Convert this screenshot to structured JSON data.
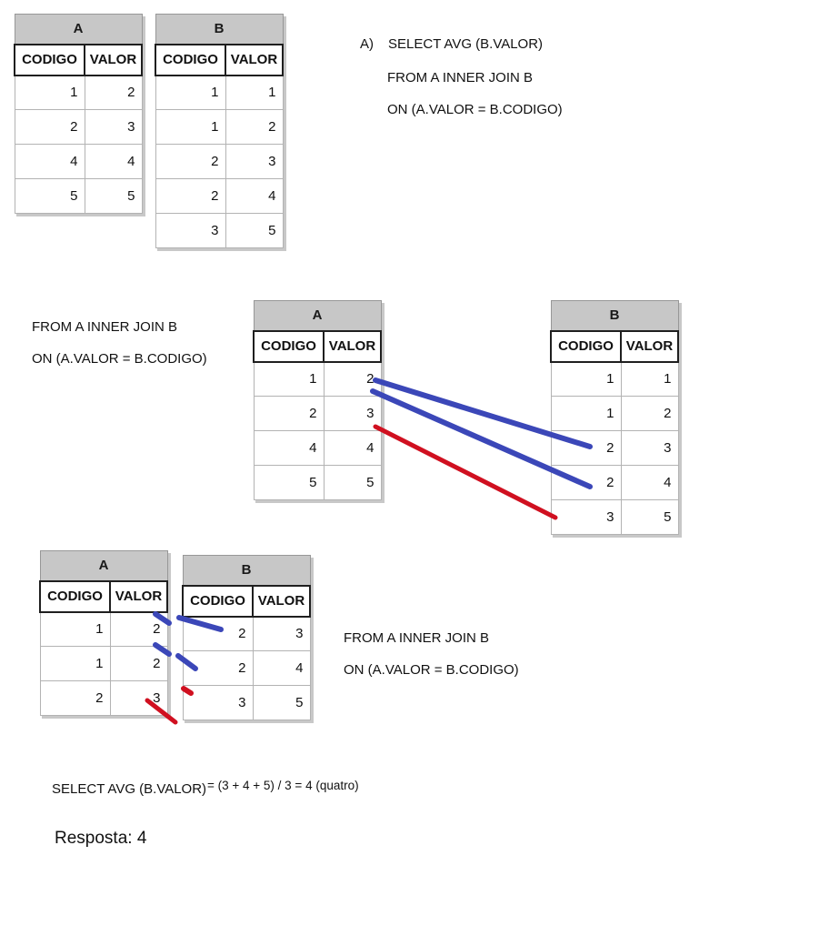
{
  "query": {
    "label": "A)",
    "select": "SELECT AVG (B.VALOR)",
    "from": "FROM A INNER JOIN B",
    "on": "ON (A.VALOR = B.CODIGO)"
  },
  "mid_annotation": {
    "from": "FROM A INNER JOIN B",
    "on": "ON (A.VALOR = B.CODIGO)"
  },
  "bottom_annotation": {
    "from": "FROM A INNER JOIN B",
    "on": "ON (A.VALOR = B.CODIGO)"
  },
  "result": {
    "select": "SELECT AVG (B.VALOR)",
    "calculation": "= (3 + 4 + 5) / 3 = 4 (quatro)",
    "answer": "Resposta: 4"
  },
  "tables": {
    "a_top": {
      "title": "A",
      "headers": [
        "CODIGO",
        "VALOR"
      ],
      "rows": [
        [
          "1",
          "2"
        ],
        [
          "2",
          "3"
        ],
        [
          "4",
          "4"
        ],
        [
          "5",
          "5"
        ]
      ]
    },
    "b_top": {
      "title": "B",
      "headers": [
        "CODIGO",
        "VALOR"
      ],
      "rows": [
        [
          "1",
          "1"
        ],
        [
          "1",
          "2"
        ],
        [
          "2",
          "3"
        ],
        [
          "2",
          "4"
        ],
        [
          "3",
          "5"
        ]
      ]
    },
    "a_mid": {
      "title": "A",
      "headers": [
        "CODIGO",
        "VALOR"
      ],
      "rows": [
        [
          "1",
          "2"
        ],
        [
          "2",
          "3"
        ],
        [
          "4",
          "4"
        ],
        [
          "5",
          "5"
        ]
      ]
    },
    "b_mid": {
      "title": "B",
      "headers": [
        "CODIGO",
        "VALOR"
      ],
      "rows": [
        [
          "1",
          "1"
        ],
        [
          "1",
          "2"
        ],
        [
          "2",
          "3"
        ],
        [
          "2",
          "4"
        ],
        [
          "3",
          "5"
        ]
      ]
    },
    "a_joined": {
      "title": "A",
      "headers": [
        "CODIGO",
        "VALOR"
      ],
      "rows": [
        [
          "1",
          "2"
        ],
        [
          "1",
          "2"
        ],
        [
          "2",
          "3"
        ]
      ]
    },
    "b_joined": {
      "title": "B",
      "headers": [
        "CODIGO",
        "VALOR"
      ],
      "rows": [
        [
          "2",
          "3"
        ],
        [
          "2",
          "4"
        ],
        [
          "3",
          "5"
        ]
      ]
    }
  },
  "colors": {
    "match_line_blue": "#3b47b8",
    "match_line_red": "#d01020",
    "table_title_bg": "#c7c7c7"
  }
}
